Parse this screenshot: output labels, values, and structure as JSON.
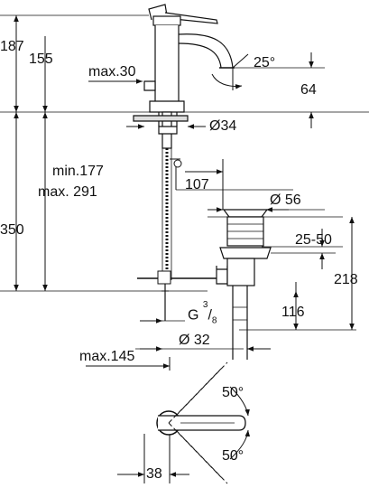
{
  "dimensions": {
    "total_height": "187",
    "spout_height": "155",
    "max_30": "max.30",
    "swivel_angle": "25°",
    "spout_projection": "64",
    "shank_diameter": "Ø34",
    "min_height": "min.177",
    "max_height": "max. 291",
    "overall_350": "350",
    "offset_107": "107",
    "waste_diameter": "Ø 56",
    "waste_range": "25-50",
    "waste_218": "218",
    "thread_label": "G",
    "thread_num": "3",
    "thread_den": "8",
    "pipe_116": "116",
    "pipe_diameter": "Ø 32",
    "max_145": "max.145",
    "lever_angle_top": "50°",
    "lever_angle_bottom": "50°",
    "base_38": "38"
  }
}
